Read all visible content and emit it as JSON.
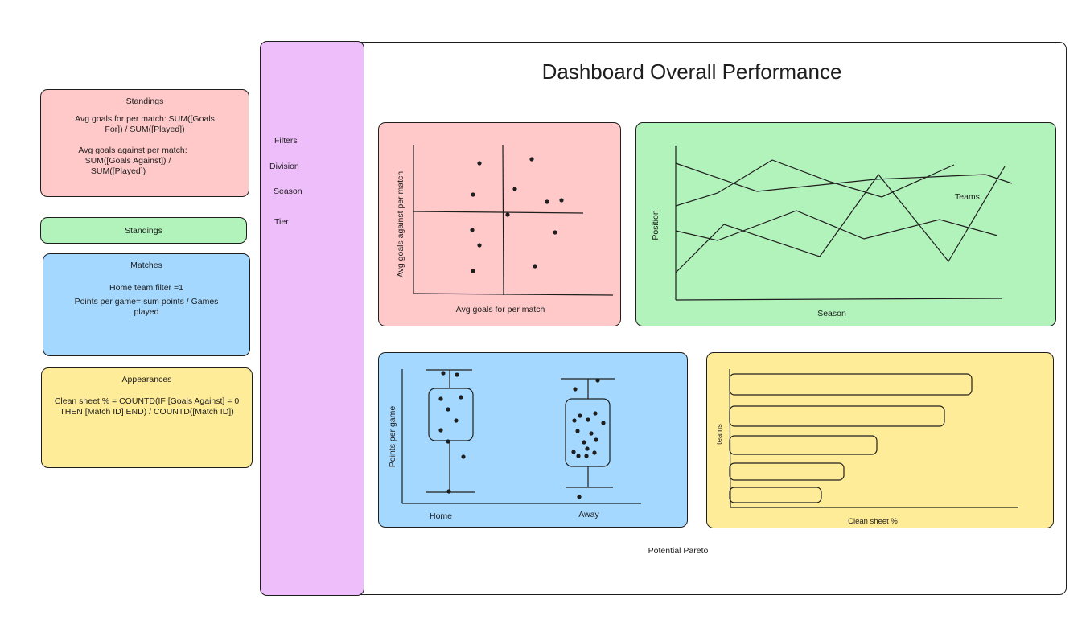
{
  "notes": {
    "standings_red": {
      "title": "Standings",
      "line1": "Avg goals for per match: SUM([Goals",
      "line2": "For]) / SUM([Played])",
      "line3": "Avg goals against per match:",
      "line4": "SUM([Goals Against]) /",
      "line5": "SUM([Played])"
    },
    "standings_green": {
      "title": "Standings"
    },
    "matches": {
      "title": "Matches",
      "line1": "Home team filter =1",
      "line2": "Points per game= sum points / Games",
      "line3": "played"
    },
    "appearances": {
      "title": "Appearances",
      "line1": "Clean sheet % = COUNTD(IF [Goals Against] = 0",
      "line2": "THEN [Match ID] END) / COUNTD([Match ID])"
    }
  },
  "filters": {
    "heading": "Filters",
    "items": [
      "Division",
      "Season",
      "Tier"
    ]
  },
  "dashboard": {
    "title": "Dashboard Overall Performance",
    "footer": "Potential Pareto"
  },
  "charts": {
    "scatter": {
      "xlabel": "Avg goals for per match",
      "ylabel": "Avg goals against per match"
    },
    "line": {
      "xlabel": "Season",
      "ylabel": "Position",
      "legend": "Teams"
    },
    "box": {
      "ylabel": "Points per game",
      "cat1": "Home",
      "cat2": "Away"
    },
    "bar": {
      "xlabel": "Clean sheet %",
      "ylabel": "teams"
    }
  },
  "colors": {
    "red": "#ffc9c9",
    "green": "#b2f2bb",
    "blue": "#a5d8ff",
    "yellow": "#ffec99",
    "purple": "#eebefa",
    "stroke": "#1e1e1e"
  }
}
